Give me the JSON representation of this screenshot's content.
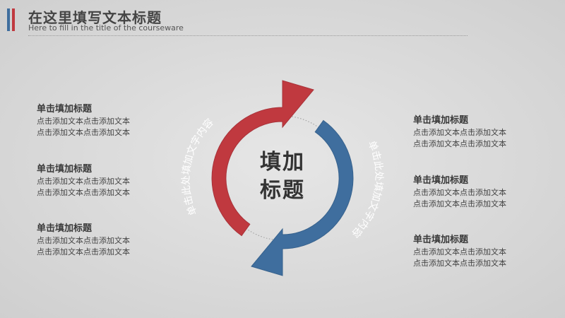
{
  "header": {
    "title": "在这里填写文本标题",
    "subtitle": "Here to fill in the title of the courseware"
  },
  "colors": {
    "red": "#c0393f",
    "blue": "#3f6e9e"
  },
  "center": {
    "line1": "填加",
    "line2": "标题"
  },
  "arrows": {
    "left_text": "单击此处填加文字内容",
    "right_text": "单击此处填加文字内容"
  },
  "left_items": [
    {
      "heading": "单击填加标题",
      "line1": "点击添加文本点击添加文本",
      "line2": "点击添加文本点击添加文本"
    },
    {
      "heading": "单击填加标题",
      "line1": "点击添加文本点击添加文本",
      "line2": "点击添加文本点击添加文本"
    },
    {
      "heading": "单击填加标题",
      "line1": "点击添加文本点击添加文本",
      "line2": "点击添加文本点击添加文本"
    }
  ],
  "right_items": [
    {
      "heading": "单击填加标题",
      "line1": "点击添加文本点击添加文本",
      "line2": "点击添加文本点击添加文本"
    },
    {
      "heading": "单击填加标题",
      "line1": "点击添加文本点击添加文本",
      "line2": "点击添加文本点击添加文本"
    },
    {
      "heading": "单击填加标题",
      "line1": "点击添加文本点击添加文本",
      "line2": "点击添加文本点击添加文本"
    }
  ]
}
